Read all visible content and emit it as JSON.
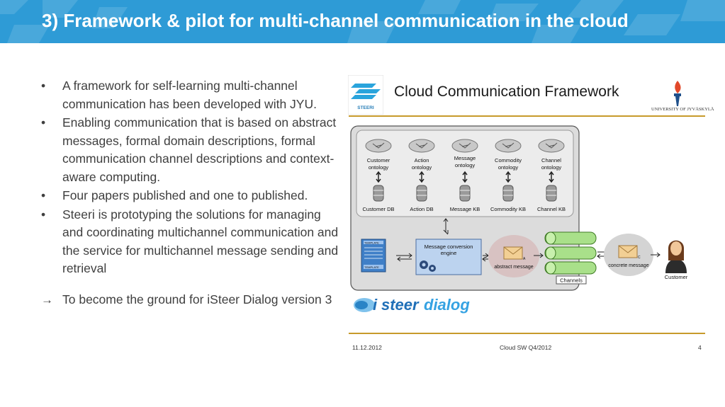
{
  "header": {
    "title": "3) Framework & pilot for multi-channel communication in the cloud"
  },
  "bullets": [
    "A framework for self-learning multi-channel communication has been developed with JYU.",
    "Enabling communication that is based on abstract messages, formal domain descriptions, formal communication channel descriptions and context-aware computing.",
    "Four papers published and one to published.",
    "Steeri is prototyping the  solutions for managing and coordinating multichannel communication and the service  for multichannel message sending and retrieval"
  ],
  "conclusion": {
    "arrow": "→",
    "text": "To become the ground for iSteer Dialog version 3"
  },
  "embedded_slide": {
    "logo_text": "STEERI",
    "title": "Cloud Communication Framework",
    "university": "UNIVERSITY OF JYVÄSKYLÄ",
    "ontologies": [
      {
        "name_line1": "Customer",
        "name_line2": "ontology",
        "db": "Customer DB"
      },
      {
        "name_line1": "Action",
        "name_line2": "ontology",
        "db": "Action DB"
      },
      {
        "name_line1": "Message",
        "name_line2": "ontology",
        "db": "Message KB"
      },
      {
        "name_line1": "Commodity",
        "name_line2": "ontology",
        "db": "Commodity KB"
      },
      {
        "name_line1": "Channel",
        "name_line2": "ontology",
        "db": "Channel KB"
      }
    ],
    "template_label": "TEMPLATE",
    "engine_line1": "Message conversion",
    "engine_line2": "engine",
    "abstract_message": "abstract message",
    "abstract_letter": "A",
    "channels": "Channels",
    "concrete_message": "concrete message",
    "concrete_letter": "C",
    "customer": "Customer",
    "brand_i": "i",
    "brand_steer": "steer",
    "brand_dialog": "dialog",
    "footer": {
      "date": "11.12.2012",
      "center": "Cloud SW Q4/2012",
      "page": "4"
    }
  },
  "colors": {
    "banner": "#2e9bd6",
    "accent_rule": "#c79a2b",
    "engine_box": "#bcd3ef",
    "channels": "#a9e08a"
  }
}
